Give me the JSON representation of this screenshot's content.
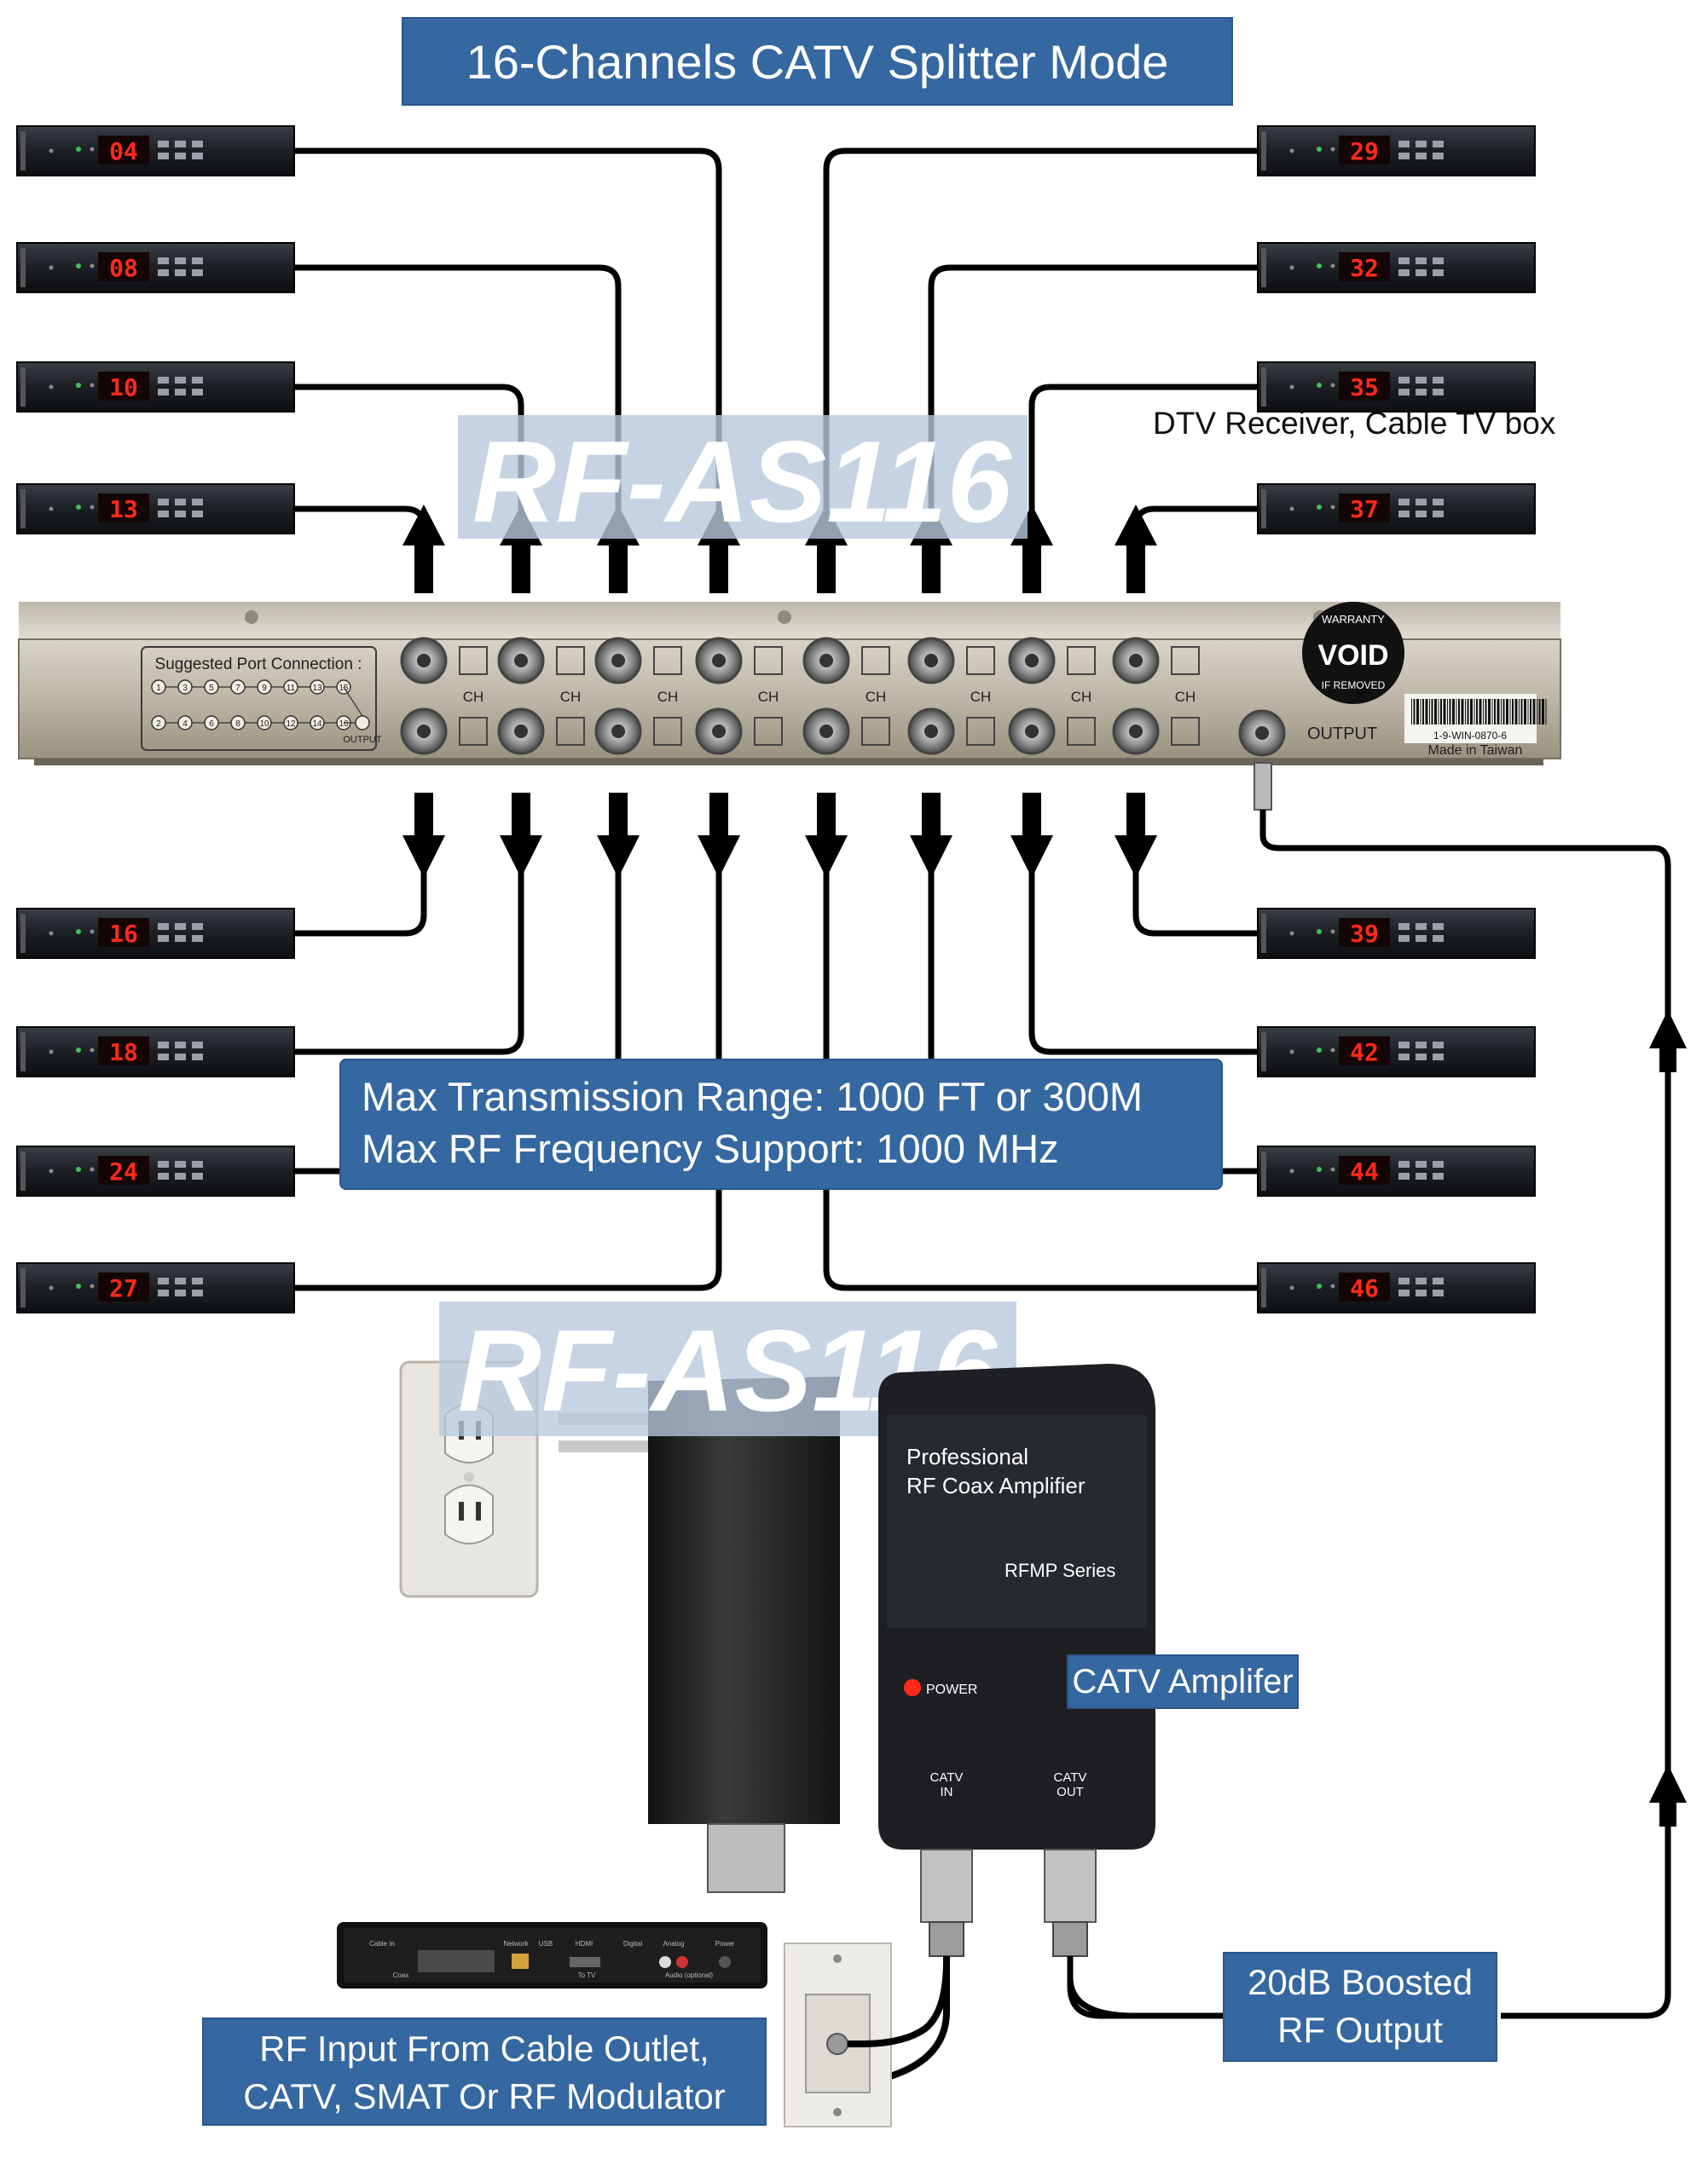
{
  "title": "16-Channels CATV Splitter Mode",
  "watermark": "RF-AS116",
  "receiver_label": "DTV Receiver, Cable TV box",
  "specs": {
    "range": "Max Transmission Range: 1000 FT or 300M",
    "frequency": "Max RF Frequency Support: 1000 MHz"
  },
  "splitter": {
    "suggested_title": "Suggested Port Connection :",
    "top_ports": [
      "1",
      "3",
      "5",
      "7",
      "9",
      "11",
      "13",
      "15"
    ],
    "bottom_ports": [
      "2",
      "4",
      "6",
      "8",
      "10",
      "12",
      "14",
      "16"
    ],
    "output_small": "OUTPUT",
    "ch_label": "CH",
    "output_label": "OUTPUT",
    "warranty": {
      "top": "WARRANTY",
      "center": "VOID",
      "bottom": "IF REMOVED"
    },
    "serial": "1-9-WIN-0870-6",
    "made_in": "Made in Taiwan"
  },
  "receivers": {
    "left": [
      "04",
      "08",
      "10",
      "13",
      "16",
      "18",
      "24",
      "27"
    ],
    "right": [
      "29",
      "32",
      "35",
      "37",
      "39",
      "42",
      "44",
      "46"
    ]
  },
  "amplifier": {
    "line1": "Professional",
    "line2": "RF Coax Amplifier",
    "series": "RFMP Series",
    "power": "POWER",
    "in1": "CATV",
    "in2": "IN",
    "out1": "CATV",
    "out2": "OUT",
    "label": "CATV Amplifer"
  },
  "boosted": {
    "line1": "20dB Boosted",
    "line2": "RF Output"
  },
  "rf_input": {
    "line1": "RF Input From Cable Outlet,",
    "line2": "CATV, SMAT Or RF Modulator"
  },
  "settop": {
    "labels": [
      "Cable In",
      "Coax",
      "Network",
      "USB",
      "HDMI",
      "To TV",
      "Digital",
      "Analog",
      "Audio (optional)",
      "Power"
    ]
  },
  "colors": {
    "accent": "#3567a0",
    "led": "#ff2a1a",
    "receiver": "#1c1f24"
  }
}
